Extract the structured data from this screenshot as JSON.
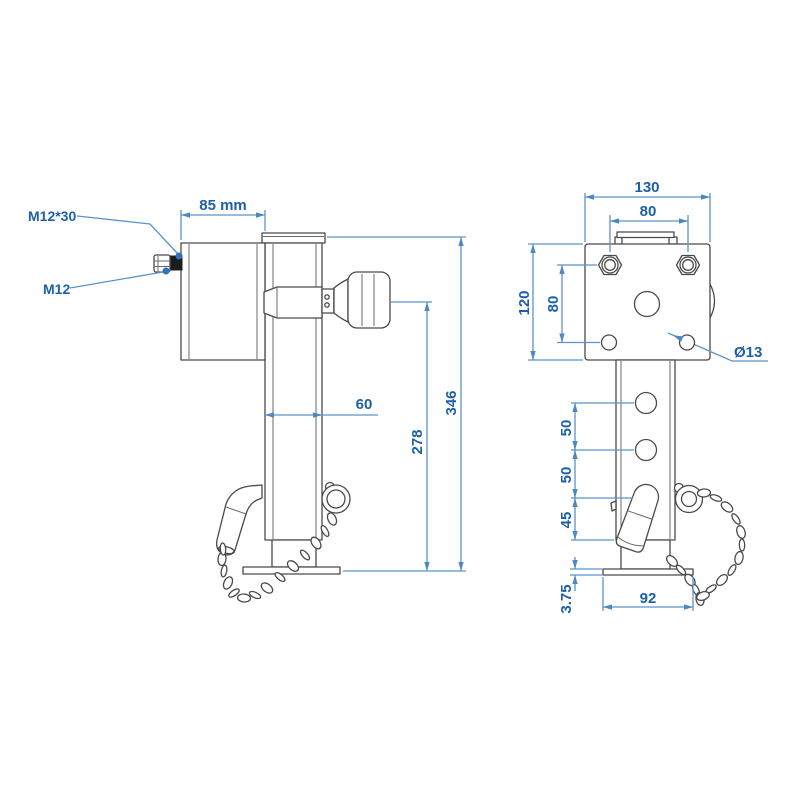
{
  "document_type": "technical-drawing",
  "subject": "trailer jack drop leg stand, two orthographic views",
  "colors": {
    "background": "#ffffff",
    "drawing_line": "#4a4a4a",
    "dimension_line": "#5b93c9",
    "dimension_text": "#1d60a8",
    "leader_dot": "#2e74b8",
    "bolt_spacer_fill": "#1c1c1c"
  },
  "side_view": {
    "labels": {
      "bolt_thread": "M12*30",
      "bolt_size": "M12"
    },
    "dims": {
      "drum_width": "85 mm",
      "tube_width": "60",
      "height_total": "346",
      "height_leg": "278"
    }
  },
  "front_view": {
    "dims": {
      "plate_width": "130",
      "bolt_spacing_horizontal": "80",
      "plate_height": "120",
      "bolt_to_hole_vertical": "80",
      "hole_pitch_top": "50",
      "hole_pitch_mid": "50",
      "hole_pitch_bottom": "45",
      "foot_plate_thickness": "3.75",
      "foot_plate_width": "92",
      "hole_diameter": "Ø13"
    }
  }
}
